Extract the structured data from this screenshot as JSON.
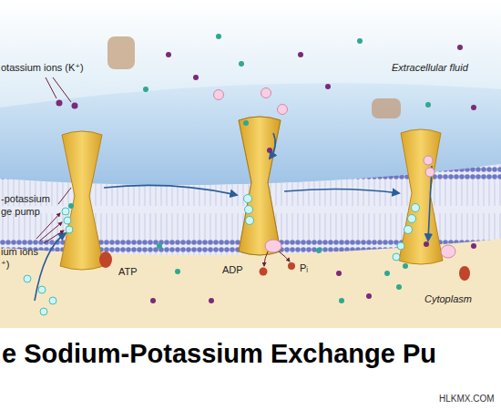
{
  "diagram": {
    "title": "e Sodium-Potassium Exchange Pu",
    "labels": [
      "otassium ions (K⁺)",
      "Extracellular fluid",
      "-potassium ge pump",
      "ium ions ⁺)",
      "ATP",
      "ADP",
      "Pᵢ",
      "Cytoplasm",
      "HLKMX.COM"
    ]
  }
}
